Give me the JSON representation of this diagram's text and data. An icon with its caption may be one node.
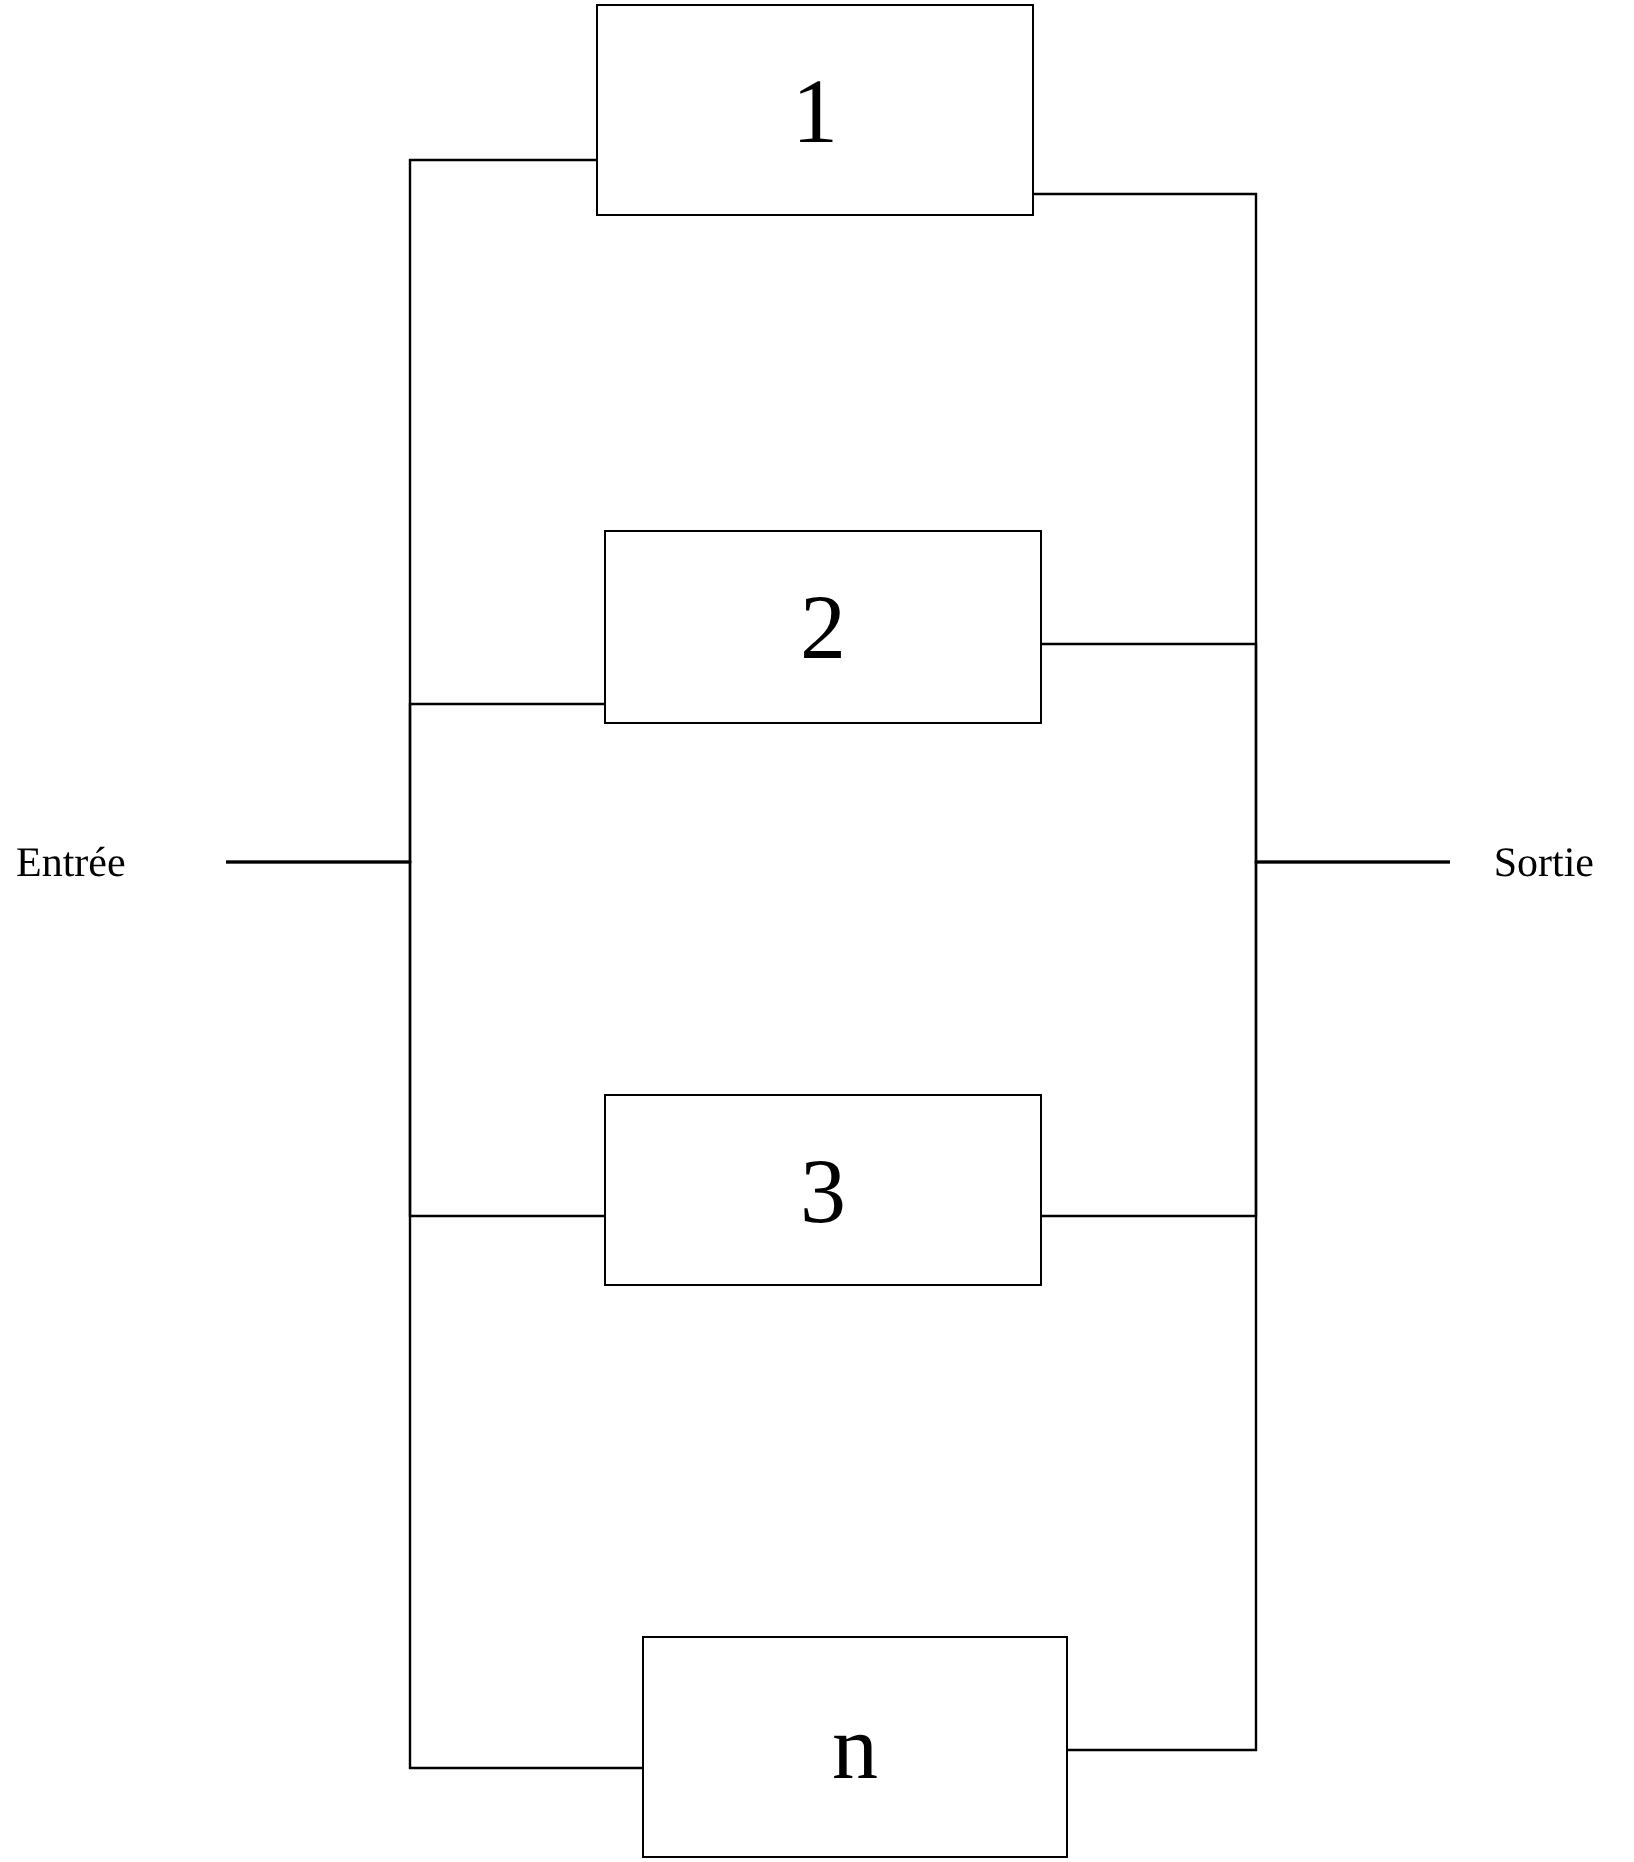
{
  "diagram": {
    "nodes": [
      {
        "text": [
          "Entrée"
        ]
      },
      {
        "text": [
          "Sortie"
        ]
      },
      {
        "text": [
          "1"
        ]
      },
      {
        "text": [
          "2"
        ]
      },
      {
        "text": [
          "3"
        ]
      },
      {
        "text": [
          "n"
        ]
      }
    ],
    "edges": [
      {
        "from": 0,
        "to": 2,
        "arrow": "none"
      },
      {
        "from": 0,
        "to": 3,
        "arrow": "none"
      },
      {
        "from": 0,
        "to": 4,
        "arrow": "none"
      },
      {
        "from": 0,
        "to": 5,
        "arrow": "none"
      },
      {
        "from": 2,
        "to": 1,
        "arrow": "none"
      },
      {
        "from": 3,
        "to": 1,
        "arrow": "none"
      },
      {
        "from": 4,
        "to": 1,
        "arrow": "none"
      },
      {
        "from": 5,
        "to": 1,
        "arrow": "none"
      }
    ]
  }
}
